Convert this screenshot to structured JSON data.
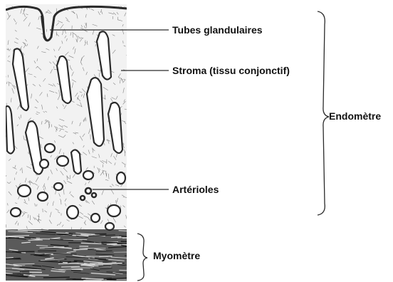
{
  "labels": {
    "tubes": "Tubes glandulaires",
    "stroma": "Stroma (tissu conjonctif)",
    "arterioles": "Artérioles",
    "endometre": "Endomètre",
    "myometre": "Myomètre"
  },
  "colors": {
    "ink": "#2a2a2a",
    "text": "#111111",
    "background": "#ffffff"
  }
}
